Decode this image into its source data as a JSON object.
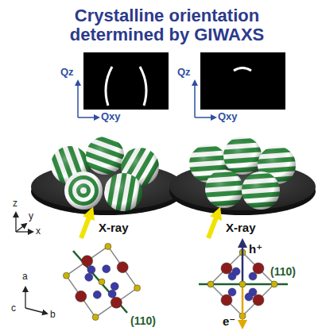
{
  "diagram": {
    "title": "Crystalline orientation determined by GIWAXS",
    "labels": [
      "Qz",
      "Qxy",
      "Qz",
      "Qxy",
      "z",
      "y",
      "x",
      "X-ray",
      "X-ray",
      "a",
      "c",
      "b",
      "(110)",
      "(110)",
      "h⁺",
      "e⁻"
    ]
  }
}
